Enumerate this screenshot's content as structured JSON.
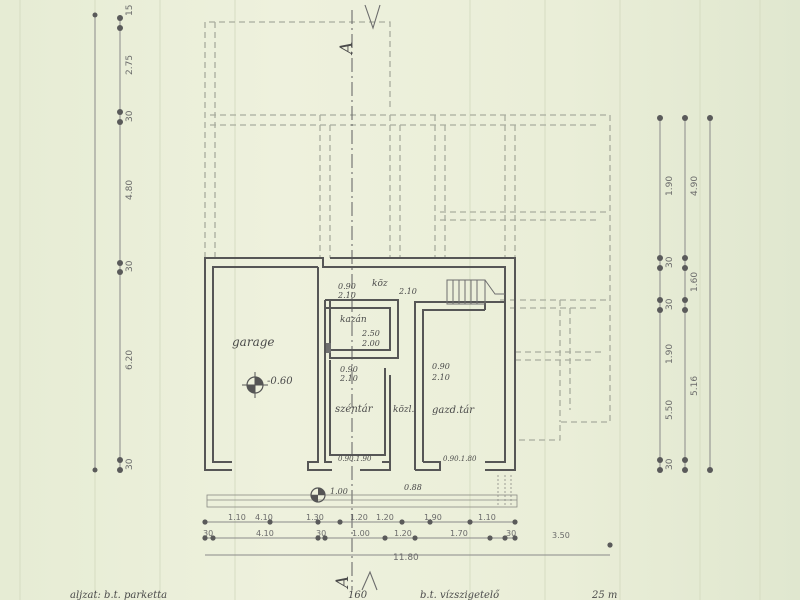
{
  "section_marks": {
    "top": "A",
    "bottom": "A"
  },
  "rooms": {
    "garage": "garage",
    "kazan": "kazán",
    "szentar": "széntár",
    "gazd_tar": "gazd.tár",
    "kozl_hall": "közl.",
    "koz_top": "köz"
  },
  "levels": {
    "garage_level": "-0.60"
  },
  "room_dims": {
    "kazan": [
      "2.50",
      "2.00"
    ],
    "top_left": [
      "0.90",
      "2.10"
    ],
    "top_right": [
      "2.10"
    ],
    "szentar": [
      "0.90",
      "2.10"
    ],
    "gazd_tar": [
      "0.90",
      "2.10"
    ],
    "left_sill": "0.90.1.90",
    "right_sill": "0.90.1.80",
    "door_a": "1.00",
    "door_b": "0.88"
  },
  "left_dims": [
    "15",
    "2.75",
    "30",
    "4.80",
    "30",
    "6.20",
    "30"
  ],
  "right_dims": [
    "1.90",
    "4.90",
    "30",
    "1.60",
    "30",
    "1.90",
    "5.16",
    "5.50",
    "30"
  ],
  "bottom_dims_row1": [
    "1.10",
    "4.10",
    "1.30",
    "1.20",
    "1.20",
    "1.90",
    "1.10"
  ],
  "bottom_dims_row2": [
    "30",
    "4.10",
    "30",
    "1.00",
    "1.20",
    "1.70",
    "30",
    "3.50"
  ],
  "bottom_total": "11.80",
  "bottom_notes": [
    "aljzat: b.t. parketta",
    "160",
    "b.t. vízszigetelő",
    "25 m"
  ]
}
